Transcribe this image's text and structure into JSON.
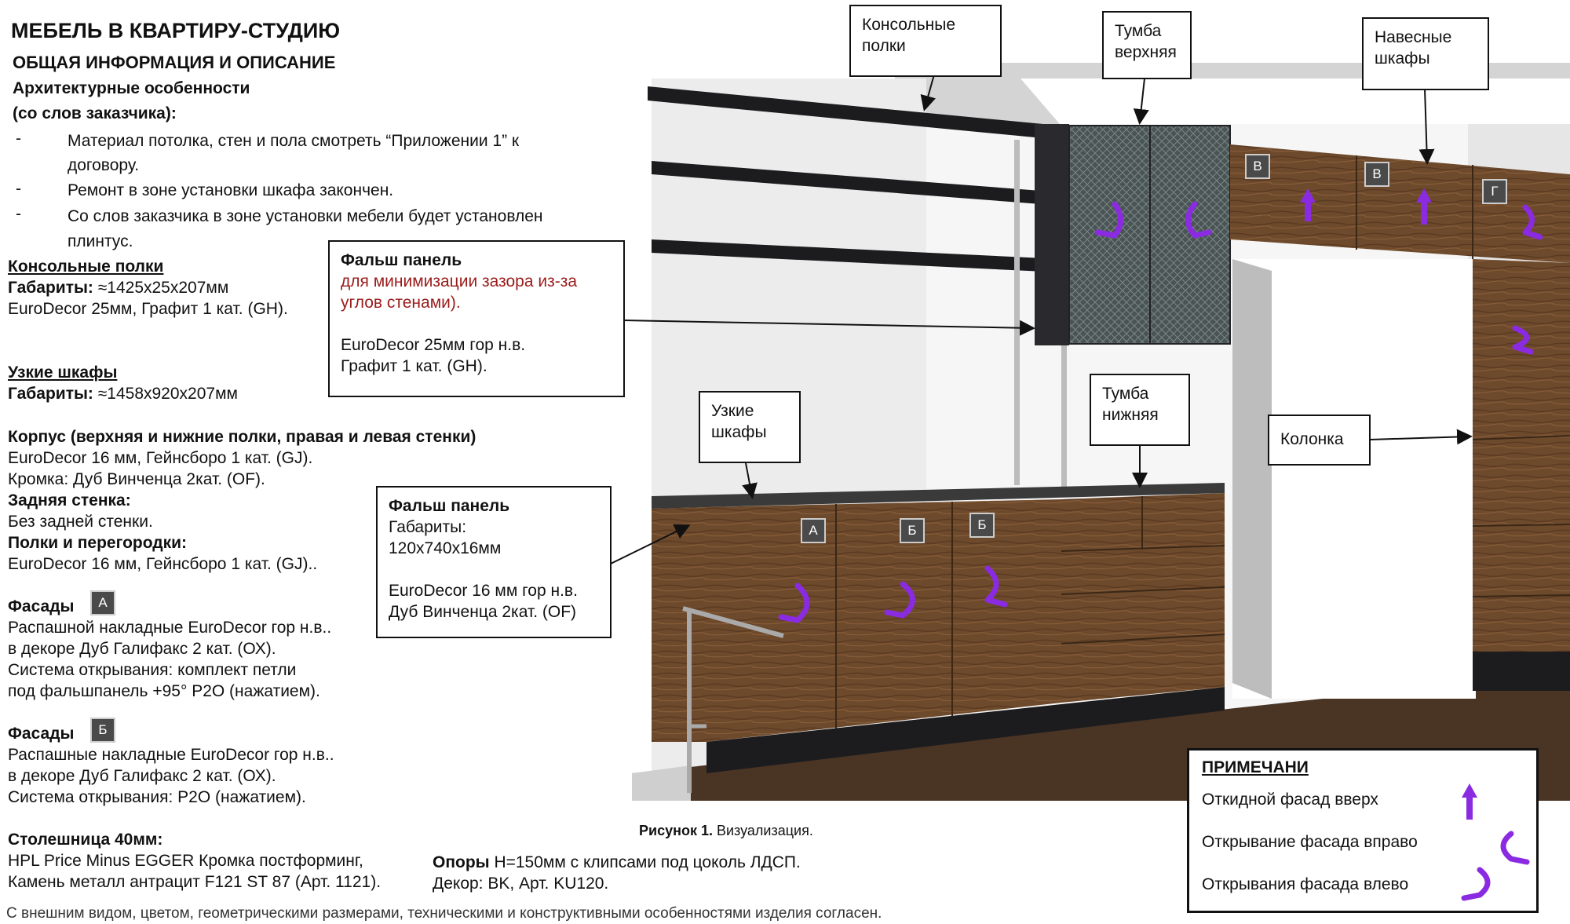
{
  "header": {
    "title": "МЕБЕЛЬ В КВАРТИРУ-СТУДИЮ",
    "subtitle": "ОБЩАЯ ИНФОРМАЦИЯ И ОПИСАНИЕ",
    "arch_title": "Архитектурные особенности",
    "arch_sub": "(со слов заказчика):"
  },
  "arch_items": [
    {
      "line1": "Материал потолка, стен и пола смотреть “Приложении 1” к",
      "line2": "договору."
    },
    {
      "line1": "Ремонт в зоне установки шкафа закончен.",
      "line2": ""
    },
    {
      "line1": "Со слов заказчика в зоне установки мебели будет установлен",
      "line2": "плинтус."
    }
  ],
  "shelves": {
    "title": "Консольные полки",
    "dims_label": "Габариты:",
    "dims_value": "≈1425x25x207мм",
    "material": "EuroDecor 25мм, Графит 1 кат. (GH)."
  },
  "narrow": {
    "title": "Узкие шкафы",
    "dims_label": "Габариты:",
    "dims_value": "≈1458x920x207мм",
    "body_title": "Корпус (верхняя и нижние полки, правая и левая  стенки)",
    "body_l1": "EuroDecor 16 мм, Гейнсборо 1 кат. (GJ).",
    "body_l2": "Кромка: Дуб Винченца 2кат. (OF).",
    "back_title": "Задняя стенка:",
    "back_value": "Без задней стенки.",
    "part_title": "Полки и перегородки:",
    "part_value": "EuroDecor 16 мм, Гейнсборо 1 кат. (GJ).."
  },
  "facade_a": {
    "title": "Фасады",
    "badge": "А",
    "l1": "Распашной накладные EuroDecor гор н.в..",
    "l2": "в декоре Дуб Галифакс 2 кат. (ОХ).",
    "l3": "Система открывания: комплект петли",
    "l4": "под фальшпанель +95° Р2О (нажатием)."
  },
  "facade_b": {
    "title": "Фасады",
    "badge": "Б",
    "l1": "Распашные накладные EuroDecor гор н.в..",
    "l2": "в декоре Дуб Галифакс 2 кат. (ОХ).",
    "l3": "Система открывания: Р2О (нажатием)."
  },
  "countertop": {
    "title": "Столешница 40мм:",
    "l1": "HPL Price Minus EGGER Кромка постформинг,",
    "l2": "Камень металл антрацит F121 ST 87 (Арт. 1121)."
  },
  "supports": {
    "label": "Опоры",
    "l1": "Н=150мм с клипсами под цоколь ЛДСП.",
    "l2": "Декор: BK, Арт. KU120."
  },
  "figure_caption": {
    "bold": "Рисунок 1.",
    "text": " Визуализация."
  },
  "footer": "С внешним видом, цветом, геометрическими размерами, техническими и конструктивными особенностями изделия согласен.",
  "callouts": {
    "console_shelves": {
      "l1": "Консольные",
      "l2": "полки"
    },
    "upper_unit": {
      "l1": "Тумба",
      "l2": "верхняя"
    },
    "wall_cabinets": {
      "l1": "Навесные",
      "l2": "шкафы"
    },
    "false_panel_top": {
      "title": "Фальш панель",
      "red1": "для минимизации зазора из-за",
      "red2": "углов стенами).",
      "l1": "EuroDecor 25мм гор н.в.",
      "l2": "Графит 1 кат. (GH)."
    },
    "narrow_cabinets": {
      "l1": "Узкие",
      "l2": "шкафы"
    },
    "lower_unit": {
      "l1": "Тумба",
      "l2": "нижняя"
    },
    "column": {
      "l1": "Колонка"
    },
    "false_panel_bottom": {
      "title": "Фальш панель",
      "l1": "Габариты:",
      "l2": "120x740x16мм",
      "l3": "EuroDecor 16 мм гор н.в.",
      "l4": "Дуб Винченца 2кат. (OF)"
    }
  },
  "door_badges": [
    "А",
    "Б",
    "Б",
    "В",
    "В",
    "Г"
  ],
  "notes": {
    "title": "ПРИМЕЧАНИ",
    "items": [
      "Откидной фасад вверх",
      "Открывание фасада вправо",
      "Открывания фасада влево"
    ]
  },
  "colors": {
    "wood": "#6e4a2c",
    "graphite": "#2a2a2e",
    "arrow": "#8a2be2",
    "note_red": "#9b1b1b"
  }
}
